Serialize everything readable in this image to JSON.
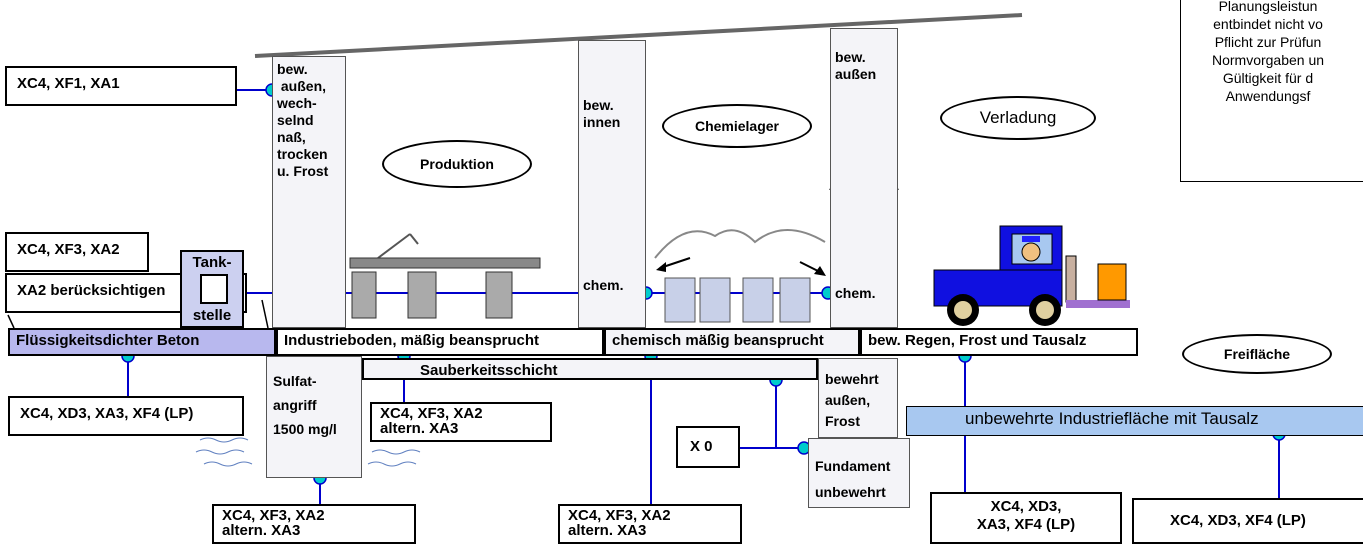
{
  "note": {
    "lines": [
      "Planungsleistun",
      "entbindet nicht vo",
      "Pflicht zur Prüfun",
      "Normvorgaben un",
      "Gültigkeit für d",
      "Anwendungsf"
    ]
  },
  "left_labels": {
    "xc4_xf1_xa1": "XC4, XF1, XA1",
    "xa2": "XA2  berücksichtigen",
    "xc4_xf3_xa2": "XC4, XF3, XA2"
  },
  "tank": {
    "label_top": "Tank-",
    "label_bottom": "stelle"
  },
  "columns": {
    "wall_left": "bew.\n außen,\nwech-\nselnd\nnaß,\ntrocken\nu. Frost",
    "inner_top": "bew.\ninnen",
    "inner_bottom": "chem.",
    "right_top": "bew.\naußen",
    "right_bottom": "chem."
  },
  "ovals": {
    "produktion": "Produktion",
    "chemielager": "Chemielager",
    "verladung": "Verladung",
    "freiflaeche": "Freifläche"
  },
  "slabs": {
    "fluessig": "Flüssigkeitsdichter Beton",
    "industrie": "Industrieboden, mäßig beansprucht",
    "chemisch": "chemisch mäßig beansprucht",
    "regen": "bew. Regen, Frost und Tausalz",
    "sauberkeit": "Sauberkeitsschicht",
    "unbewehrt": "unbewehrte Industriefläche mit Tausalz"
  },
  "foundation": {
    "sulfat": "Sulfat-\nangriff\n1500 mg/l",
    "bewehrt": "bewehrt\naußen,\nFrost",
    "fundament": "Fundament\nunbewehrt"
  },
  "bottom_labels": {
    "b1": "XC4, XD3, XA3, XF4 (LP)",
    "b2_line1": "XC4, XF3, XA2",
    "b2_line2": "altern. XA3",
    "x0": "X 0",
    "b3_line1": "XC4, XF3, XA2",
    "b3_line2": "altern. XA3",
    "b4_line1": "XC4, XF3, XA2",
    "b4_line2": "altern. XA3",
    "b5_line1": "XC4, XD3,",
    "b5_line2": "XA3, XF4 (LP)",
    "b6": "XC4, XD3, XF4 (LP)"
  },
  "colors": {
    "connector": "#0000cc",
    "node": "#00cccc",
    "slab_blue": "#b8b8ee",
    "truck_blue": "#1010e0",
    "lightblue": "#a8c8f0"
  }
}
